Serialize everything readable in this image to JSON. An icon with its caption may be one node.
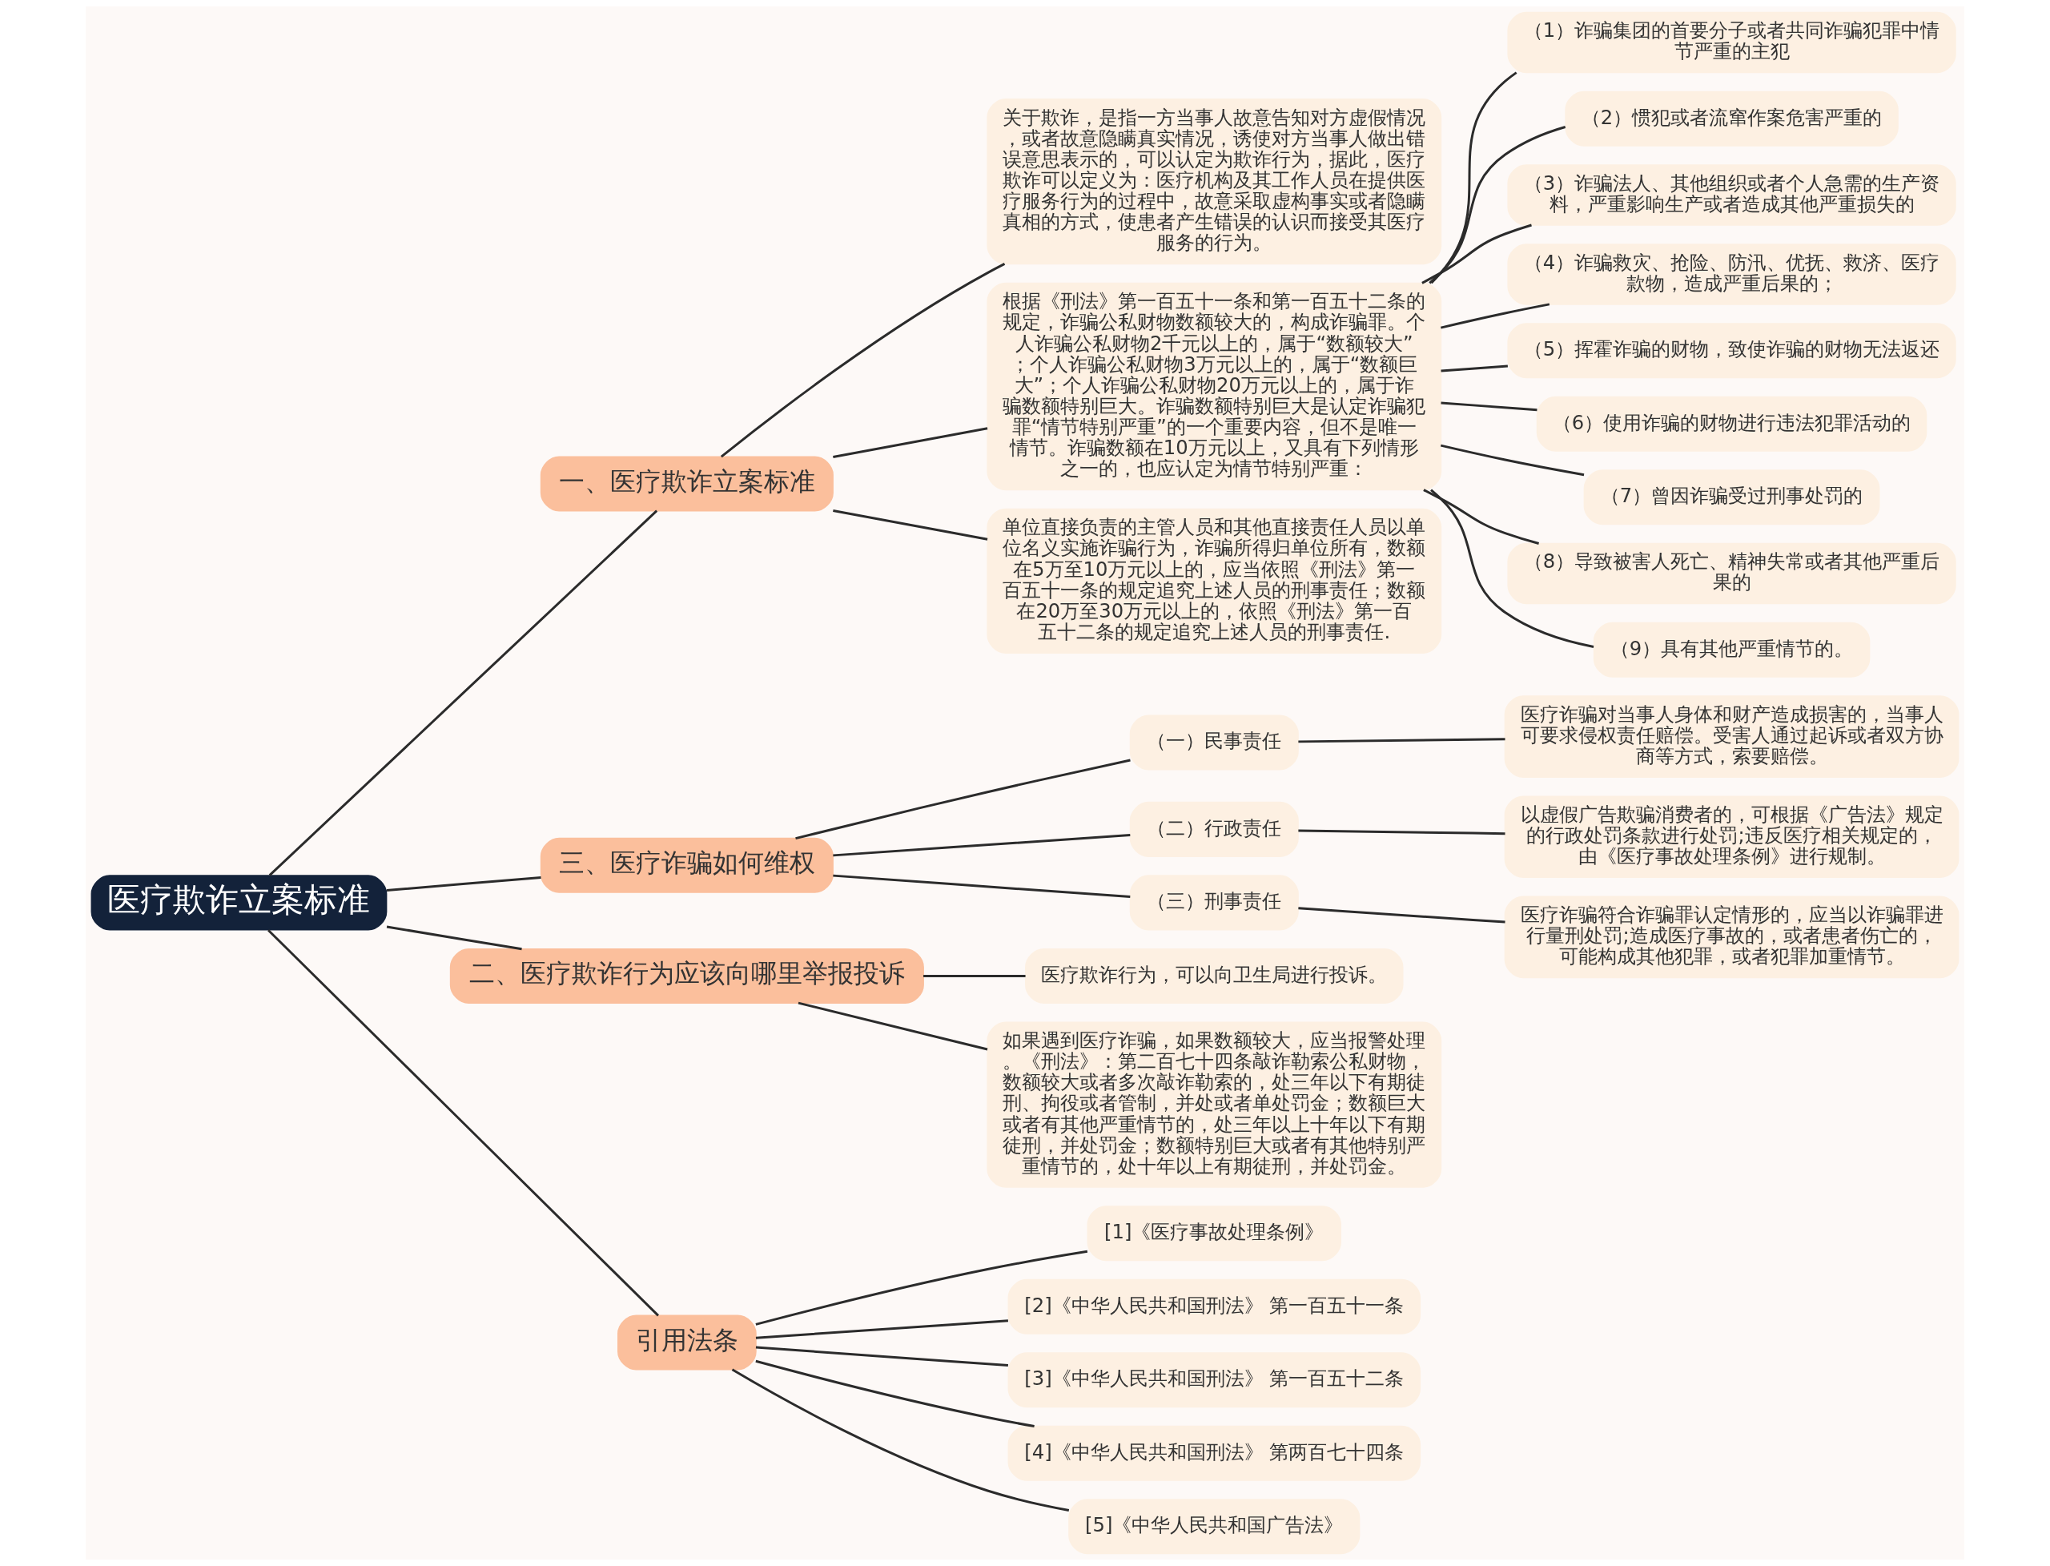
{
  "diagram": {
    "nodes": [
      {
        "text": [
          "医疗欺诈立案标准"
        ]
      },
      {
        "text": [
          "一、医疗欺诈立案标准"
        ]
      },
      {
        "text": [
          "关于欺诈，是指一方当事人故意告知对方虚假情况，或者故意隐瞒真实情况，诱使对方当事人做出错误意思表示的，可以认定为欺诈行为，据此，医疗欺诈可以定义为：医疗机构及其工作人员在提供医疗服务行为的过程中，故意采取虚构事实或者隐瞒真相的方式，使患者产生错误的认识而接受其医疗服务的行为。"
        ]
      },
      {
        "text": [
          "根据《刑法》第一百五十一条和第一百五十二条的规定，诈骗公私财物数额较大的，构成诈骗罪。个人诈骗公私财物2千元以上的，属于“数额较大”；个人诈骗公私财物3万元以上的，属于“数额巨大”；个人诈骗公私财物20万元以上的，属于诈骗数额特别巨大。诈骗数额特别巨大是认定诈骗犯罪“情节特别严重”的一个重要内容，但不是唯一情节。诈骗数额在10万元以上，又具有下列情形之一的，也应认定为情节特别严重："
        ]
      },
      {
        "text": [
          "（1）诈骗集团的首要分子或者共同诈骗犯罪中情节严重的主犯"
        ]
      },
      {
        "text": [
          "（2）惯犯或者流窜作案危害严重的"
        ]
      },
      {
        "text": [
          "（3）诈骗法人、其他组织或者个人急需的生产资料，严重影响生产或者造成其他严重损失的"
        ]
      },
      {
        "text": [
          "（4）诈骗救灾、抢险、防汛、优抚、救济、医疗款物，造成严重后果的；"
        ]
      },
      {
        "text": [
          "（5）挥霍诈骗的财物，致使诈骗的财物无法返还"
        ]
      },
      {
        "text": [
          "（6）使用诈骗的财物进行违法犯罪活动的"
        ]
      },
      {
        "text": [
          "（7）曾因诈骗受过刑事处罚的"
        ]
      },
      {
        "text": [
          "（8）导致被害人死亡、精神失常或者其他严重后果的"
        ]
      },
      {
        "text": [
          "（9）具有其他严重情节的。"
        ]
      },
      {
        "text": [
          "单位直接负责的主管人员和其他直接责任人员以单位名义实施诈骗行为，诈骗所得归单位所有，数额在5万至10万元以上的，应当依照《刑法》第一百五十一条的规定追究上述人员的刑事责任；数额在20万至30万元以上的，依照《刑法》第一百五十二条的规定追究上述人员的刑事责任."
        ]
      },
      {
        "text": [
          "三、医疗诈骗如何维权"
        ]
      },
      {
        "text": [
          "（一）民事责任"
        ]
      },
      {
        "text": [
          "医疗诈骗对当事人身体和财产造成损害的，当事人可要求侵权责任赔偿。受害人通过起诉或者双方协商等方式，索要赔偿。"
        ]
      },
      {
        "text": [
          "（二）行政责任"
        ]
      },
      {
        "text": [
          "以虚假广告欺骗消费者的，可根据《广告法》规定的行政处罚条款进行处罚;违反医疗相关规定的，由《医疗事故处理条例》进行规制。"
        ]
      },
      {
        "text": [
          "（三）刑事责任"
        ]
      },
      {
        "text": [
          "医疗诈骗符合诈骗罪认定情形的，应当以诈骗罪进行量刑处罚;造成医疗事故的，或者患者伤亡的，可能构成其他犯罪，或者犯罪加重情节。"
        ]
      },
      {
        "text": [
          "二、医疗欺诈行为应该向哪里举报投诉"
        ]
      },
      {
        "text": [
          "医疗欺诈行为，可以向卫生局进行投诉。"
        ]
      },
      {
        "text": [
          "如果遇到医疗诈骗，如果数额较大，应当报警处理。《刑法》：第二百七十四条敲诈勒索公私财物，数额较大或者多次敲诈勒索的，处三年以下有期徒刑、拘役或者管制，并处或者单处罚金；数额巨大或者有其他严重情节的，处三年以上十年以下有期徒刑，并处罚金；数额特别巨大或者有其他特别严重情节的，处十年以上有期徒刑，并处罚金。"
        ]
      },
      {
        "text": [
          "引用法条"
        ]
      },
      {
        "text": [
          "[1]《医疗事故处理条例》"
        ]
      },
      {
        "text": [
          "[2]《中华人民共和国刑法》 第一百五十一条"
        ]
      },
      {
        "text": [
          "[3]《中华人民共和国刑法》 第一百五十二条"
        ]
      },
      {
        "text": [
          "[4]《中华人民共和国刑法》 第两百七十四条"
        ]
      },
      {
        "text": [
          "[5]《中华人民共和国广告法》"
        ]
      }
    ],
    "edges": [
      {
        "from": 0,
        "to": 1,
        "arrow": "none"
      },
      {
        "from": 1,
        "to": 2,
        "arrow": "none"
      },
      {
        "from": 1,
        "to": 3,
        "arrow": "none"
      },
      {
        "from": 3,
        "to": 4,
        "arrow": "none"
      },
      {
        "from": 3,
        "to": 5,
        "arrow": "none"
      },
      {
        "from": 3,
        "to": 6,
        "arrow": "none"
      },
      {
        "from": 3,
        "to": 7,
        "arrow": "none"
      },
      {
        "from": 3,
        "to": 8,
        "arrow": "none"
      },
      {
        "from": 3,
        "to": 9,
        "arrow": "none"
      },
      {
        "from": 3,
        "to": 10,
        "arrow": "none"
      },
      {
        "from": 3,
        "to": 11,
        "arrow": "none"
      },
      {
        "from": 3,
        "to": 12,
        "arrow": "none"
      },
      {
        "from": 1,
        "to": 13,
        "arrow": "none"
      },
      {
        "from": 0,
        "to": 14,
        "arrow": "none"
      },
      {
        "from": 14,
        "to": 15,
        "arrow": "none"
      },
      {
        "from": 15,
        "to": 16,
        "arrow": "none"
      },
      {
        "from": 14,
        "to": 17,
        "arrow": "none"
      },
      {
        "from": 17,
        "to": 18,
        "arrow": "none"
      },
      {
        "from": 14,
        "to": 19,
        "arrow": "none"
      },
      {
        "from": 19,
        "to": 20,
        "arrow": "none"
      },
      {
        "from": 0,
        "to": 21,
        "arrow": "none"
      },
      {
        "from": 21,
        "to": 22,
        "arrow": "none"
      },
      {
        "from": 21,
        "to": 23,
        "arrow": "none"
      },
      {
        "from": 0,
        "to": 24,
        "arrow": "none"
      },
      {
        "from": 24,
        "to": 25,
        "arrow": "none"
      },
      {
        "from": 24,
        "to": 26,
        "arrow": "none"
      },
      {
        "from": 24,
        "to": 27,
        "arrow": "none"
      },
      {
        "from": 24,
        "to": 28,
        "arrow": "none"
      },
      {
        "from": 24,
        "to": 29,
        "arrow": "none"
      }
    ]
  }
}
